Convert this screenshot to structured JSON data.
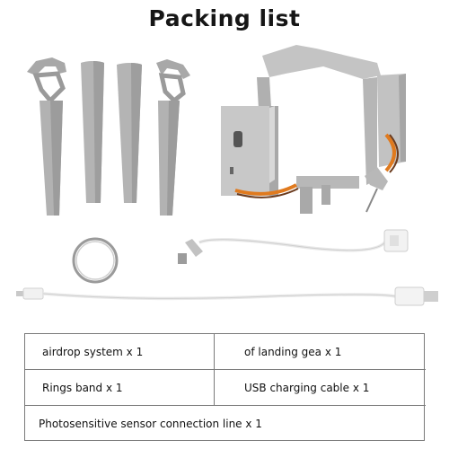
{
  "page": {
    "title": "Packing list"
  },
  "packing_list": {
    "rows": [
      [
        "airdrop system x 1",
        "of landing gea x 1"
      ],
      [
        "Rings band x 1",
        "USB charging cable x 1"
      ]
    ],
    "footer": "Photosensitive sensor connection line x 1"
  },
  "colors": {
    "part_gray": "#b4b4b4",
    "part_dark": "#8f8f8f",
    "cable_white": "#f0f0f0",
    "wire_orange": "#e07a1e",
    "wire_brown": "#6b3b1e",
    "table_border": "#7a7a7a"
  },
  "icons": [
    "landing-leg-icon",
    "airdrop-device-icon",
    "key-ring-icon",
    "sensor-cable-icon",
    "usb-cable-icon"
  ]
}
